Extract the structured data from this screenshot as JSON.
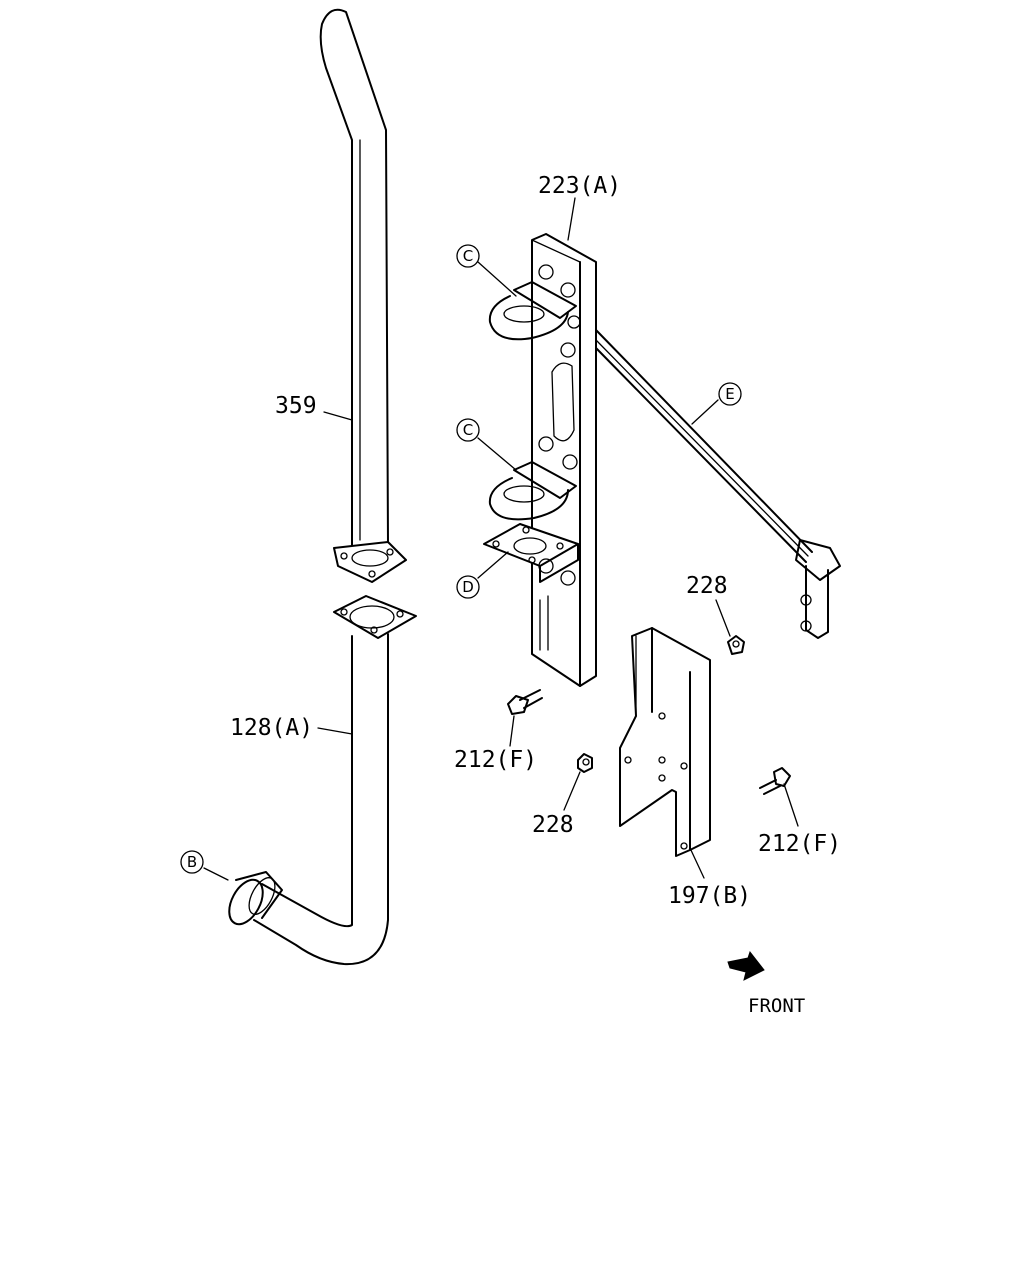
{
  "labels": {
    "p359": "359",
    "p128a": "128(A)",
    "p223a": "223(A)",
    "p212f_left": "212(F)",
    "p212f_right": "212(F)",
    "p228_top": "228",
    "p228_bottom": "228",
    "p197b": "197(B)"
  },
  "callouts": {
    "c1": "C",
    "c2": "C",
    "d": "D",
    "e": "E",
    "b": "B"
  },
  "front_label": "FRONT"
}
